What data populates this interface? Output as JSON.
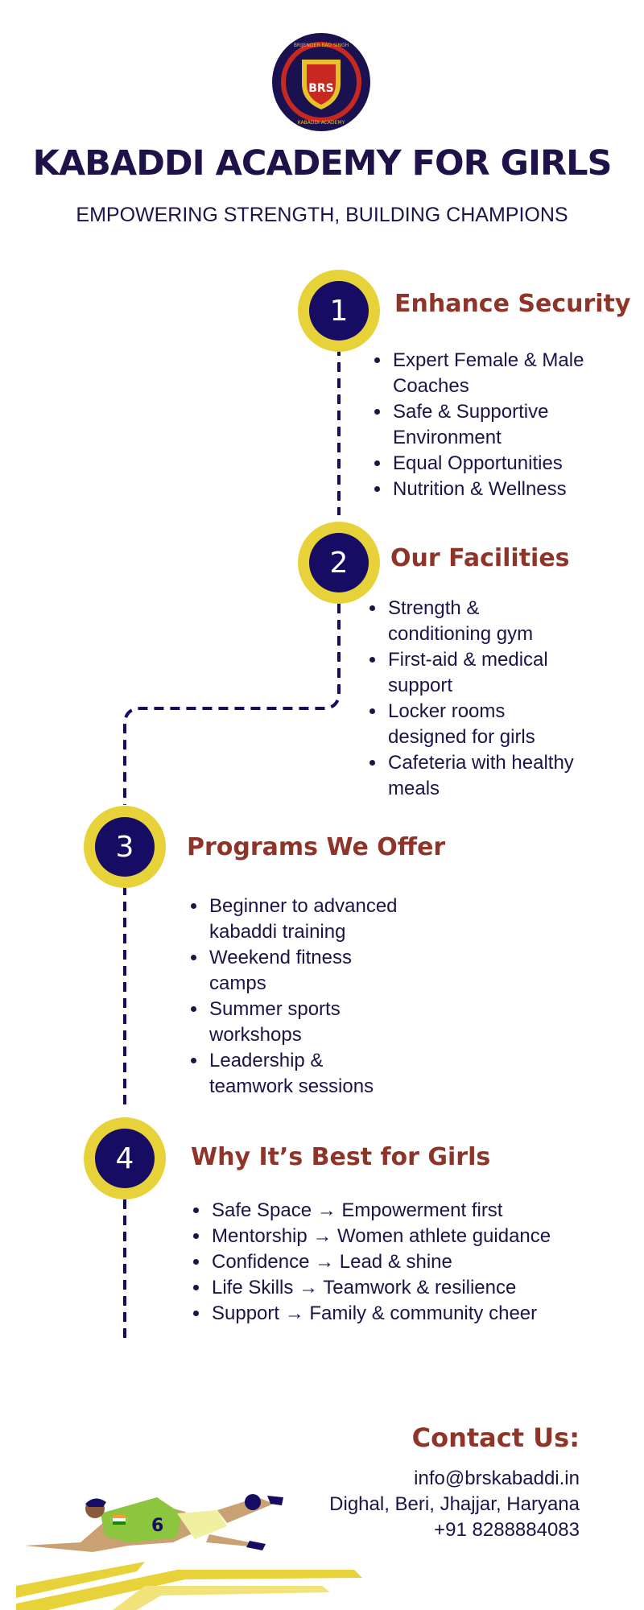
{
  "header": {
    "logo_text_top": "BRIJENDER RAO SINGH",
    "logo_text_bottom": "KABADDI ACADEMY",
    "logo_monogram": "BRS",
    "title": "KABADDI ACADEMY FOR GIRLS",
    "subtitle": "EMPOWERING STRENGTH, BUILDING CHAMPIONS"
  },
  "steps": [
    {
      "number": "1",
      "title": "Enhance Security",
      "items": [
        {
          "line1": "Expert Female & Male",
          "line2": "Coaches"
        },
        {
          "line1": "Safe & Supportive",
          "line2": "Environment"
        },
        {
          "line1": "Equal Opportunities",
          "line2": ""
        },
        {
          "line1": "Nutrition & Wellness",
          "line2": ""
        }
      ]
    },
    {
      "number": "2",
      "title": "Our Facilities",
      "items": [
        {
          "line1": "Strength &",
          "line2": "conditioning gym"
        },
        {
          "line1": "First-aid & medical",
          "line2": "support"
        },
        {
          "line1": "Locker rooms",
          "line2": "designed for girls"
        },
        {
          "line1": "Cafeteria with healthy",
          "line2": "meals"
        }
      ]
    },
    {
      "number": "3",
      "title": "Programs We Offer",
      "items": [
        {
          "line1": "Beginner to advanced",
          "line2": "kabaddi training"
        },
        {
          "line1": "Weekend fitness",
          "line2": "camps"
        },
        {
          "line1": "Summer sports",
          "line2": "workshops"
        },
        {
          "line1": "Leadership &",
          "line2": "teamwork sessions"
        }
      ]
    },
    {
      "number": "4",
      "title": "Why It’s Best for Girls",
      "items": [
        {
          "line1": "Safe Space → Empowerment first",
          "line2": ""
        },
        {
          "line1": "Mentorship → Women athlete guidance",
          "line2": ""
        },
        {
          "line1": "Confidence → Lead & shine",
          "line2": ""
        },
        {
          "line1": "Life Skills → Teamwork & resilience",
          "line2": ""
        },
        {
          "line1": "Support → Family & community cheer",
          "line2": ""
        }
      ]
    }
  ],
  "contact": {
    "title": "Contact Us:",
    "email": "info@brskabaddi.in",
    "address": "Dighal, Beri, Jhajjar, Haryana",
    "phone": "+91 8288884083"
  },
  "illustration": {
    "jersey_number": "6"
  },
  "colors": {
    "navy": "#160c63",
    "yellow": "#e8d23a",
    "title_red": "#8f3428"
  }
}
